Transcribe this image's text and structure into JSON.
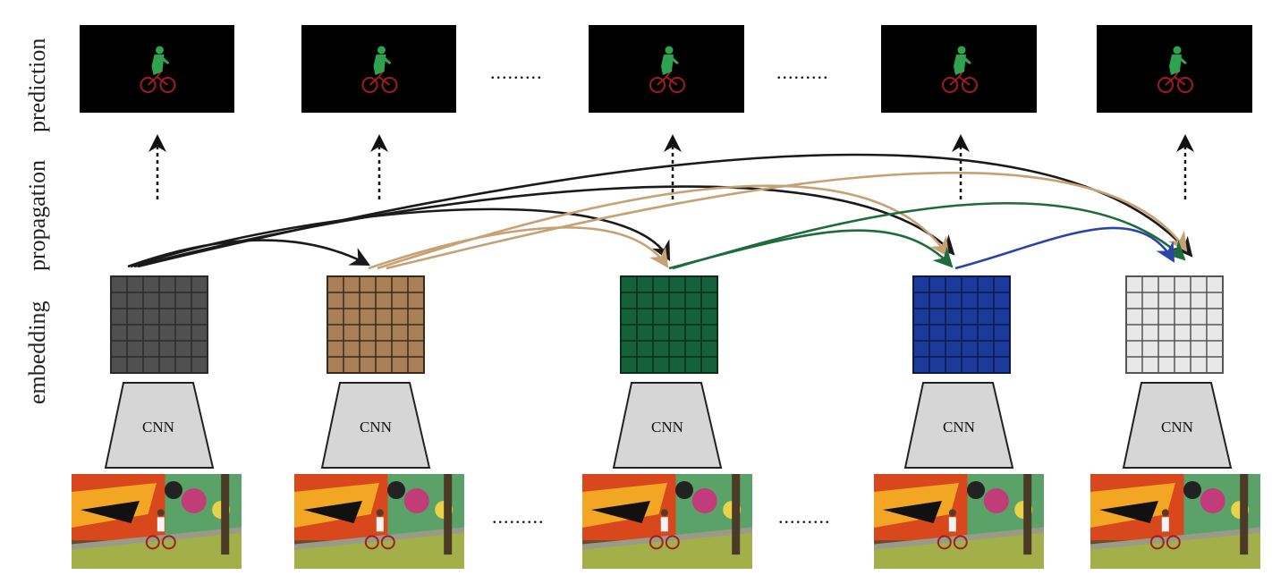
{
  "row_labels": {
    "prediction": "prediction",
    "propagation": "propagation",
    "embedding": "embedding"
  },
  "cnn_label": "CNN",
  "ellipsis": ".........",
  "colors": {
    "frame1_embedding": "#505050",
    "frame2_embedding": "#a87f56",
    "frame3_embedding": "#15623a",
    "frame4_embedding": "#1c3a9a",
    "frame5_embedding": "#e8e8e8",
    "arrow_black": "#1a1a1a",
    "arrow_tan": "#c7a074",
    "arrow_green": "#1e6b3c",
    "arrow_blue": "#2a45a8",
    "cnn_fill": "#d6d6d6",
    "mask_body": "#2fa24f",
    "mask_bike": "#a11d1d"
  }
}
